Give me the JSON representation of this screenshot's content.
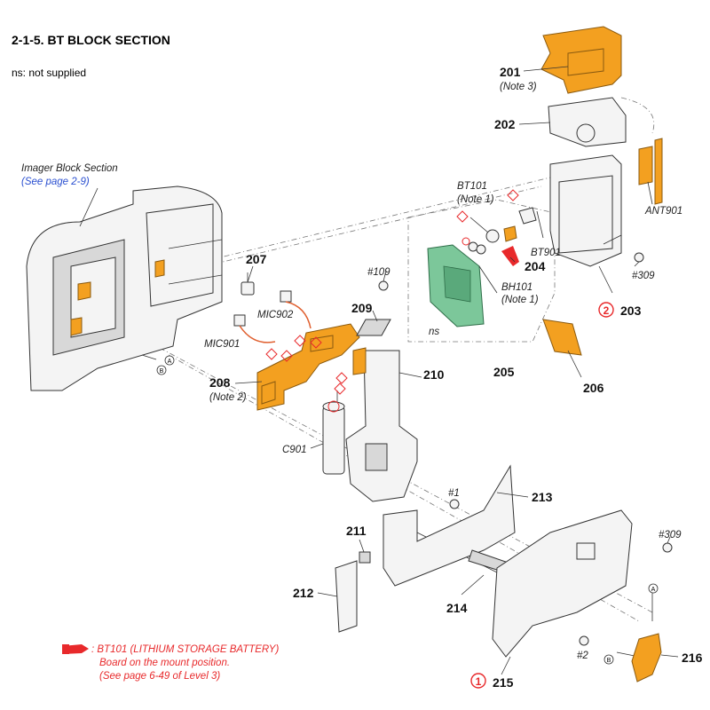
{
  "header": {
    "title": "2-1-5. BT BLOCK SECTION",
    "subtitle": "ns: not supplied"
  },
  "reference": {
    "section": "Imager Block Section",
    "link": "(See page 2-9)"
  },
  "parts": {
    "p201": "201",
    "p201_note": "(Note 3)",
    "p202": "202",
    "p203": "203",
    "p203_circle": "2",
    "p204": "204",
    "p205": "205",
    "p206": "206",
    "p207": "207",
    "p208": "208",
    "p208_note": "(Note 2)",
    "p209": "209",
    "p210": "210",
    "p211": "211",
    "p212": "212",
    "p213": "213",
    "p214": "214",
    "p215": "215",
    "p215_circle": "1",
    "p216": "216"
  },
  "labels": {
    "bt101": "BT101",
    "bt101_note": "(Note 1)",
    "ant901": "ANT901",
    "bt901": "BT901",
    "bh101": "BH101",
    "bh101_note": "(Note 1)",
    "ns": "ns",
    "s109": "#109",
    "s309a": "#309",
    "s309b": "#309",
    "s1": "#1",
    "s2": "#2",
    "mic901": "MIC901",
    "mic902": "MIC902",
    "c901": "C901",
    "a": "A",
    "b": "B"
  },
  "footnote": {
    "line1": ": BT101 (LITHIUM STORAGE BATTERY)",
    "line2": "Board on the mount position.",
    "line3": "(See page 6-49 of Level 3)"
  },
  "colors": {
    "highlight_part": "#f3a020",
    "board": "#7cc79a",
    "accent_red": "#e8292b",
    "link_blue": "#2a4fd0"
  }
}
